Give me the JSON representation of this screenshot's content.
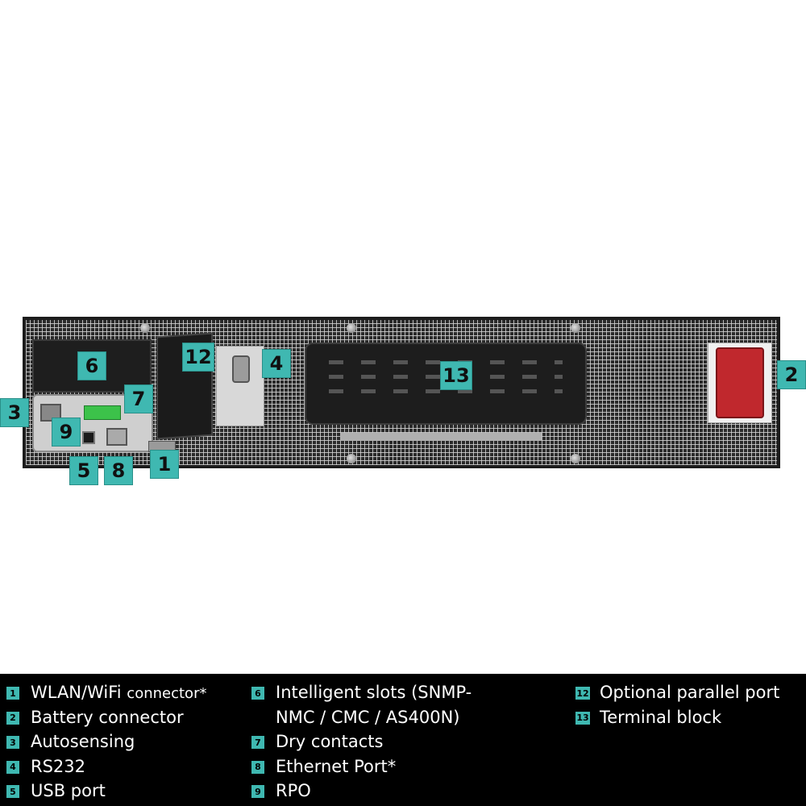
{
  "callouts": [
    {
      "id": "callout-1",
      "label": "1"
    },
    {
      "id": "callout-2",
      "label": "2"
    },
    {
      "id": "callout-3",
      "label": "3"
    },
    {
      "id": "callout-4",
      "label": "4"
    },
    {
      "id": "callout-5",
      "label": "5"
    },
    {
      "id": "callout-6",
      "label": "6"
    },
    {
      "id": "callout-7",
      "label": "7"
    },
    {
      "id": "callout-8",
      "label": "8"
    },
    {
      "id": "callout-9",
      "label": "9"
    },
    {
      "id": "callout-12",
      "label": "12"
    },
    {
      "id": "callout-13",
      "label": "13"
    }
  ],
  "legend": {
    "col1": [
      {
        "num": "1",
        "text_main": "WLAN/WiFi ",
        "text_small": "connector*"
      },
      {
        "num": "2",
        "text": "Battery connector"
      },
      {
        "num": "3",
        "text": "Autosensing"
      },
      {
        "num": "4",
        "text": "RS232"
      },
      {
        "num": "5",
        "text": "USB port"
      }
    ],
    "col2": [
      {
        "num": "6",
        "text": "Intelligent slots (SNMP-"
      },
      {
        "num": "",
        "text": "NMC / CMC / AS400N)"
      },
      {
        "num": "7",
        "text": "Dry contacts"
      },
      {
        "num": "8",
        "text": "Ethernet Port*"
      },
      {
        "num": "9",
        "text": "RPO"
      }
    ],
    "col3": [
      {
        "num": "12",
        "text": "Optional parallel port"
      },
      {
        "num": "13",
        "text": "Terminal block"
      }
    ]
  },
  "colors": {
    "callout_bg": "#3fb8b1",
    "legend_bg": "#000000",
    "battery_connector": "#c0282d",
    "dry_contact_terminal": "#3cc24a"
  }
}
